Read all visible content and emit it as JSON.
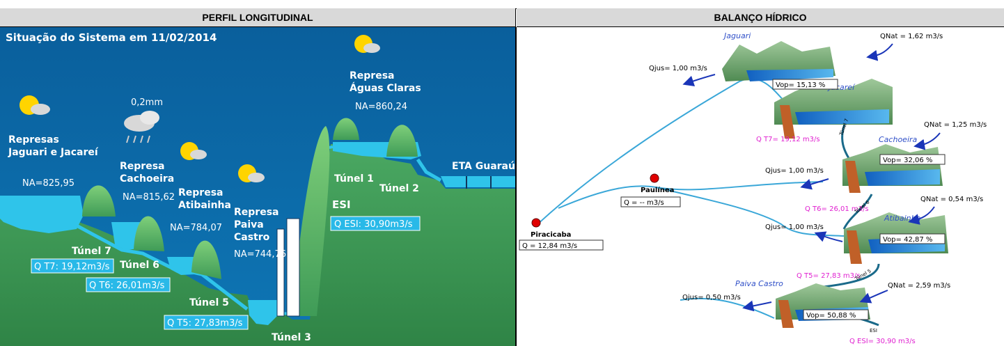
{
  "page": {
    "header_left": "PERFIL LONGITUDINAL",
    "header_right": "BALANÇO HÍDRICO"
  },
  "profile": {
    "title": "Situação do Sistema em 11/02/2014",
    "rain": "0,2mm",
    "reservoirs": [
      {
        "name_line1": "Represas",
        "name_line2": "Jaguari e Jacareí",
        "na": "NA=825,95"
      },
      {
        "name_line1": "Represa",
        "name_line2": "Cachoeira",
        "na": "NA=815,62"
      },
      {
        "name_line1": "Represa",
        "name_line2": "Atibainha",
        "na": "NA=784,07"
      },
      {
        "name_line1": "Represa",
        "name_line2": "Paiva",
        "name_line3": "Castro",
        "na": "NA=744,76"
      },
      {
        "name_line1": "Represa",
        "name_line2": "Águas Claras",
        "na": "NA=860,24"
      }
    ],
    "eta": "ETA Guaraú",
    "tunnels": {
      "t1": "Túnel 1",
      "t2": "Túnel 2",
      "t3": "Túnel 3",
      "t5": "Túnel 5",
      "t6": "Túnel 6",
      "t7": "Túnel 7",
      "esi": "ESI"
    },
    "flows": {
      "q_esi": "Q ESI: 30,90m3/s",
      "q_t7": "Q T7: 19,12m3/s",
      "q_t6": "Q T6: 26,01m3/s",
      "q_t5": "Q T5: 27,83m3/s"
    },
    "colors": {
      "water": "#2fc4ea",
      "ground": "#3f9b57",
      "sky": "#0b6aa6",
      "label_box": "#29b9e8"
    }
  },
  "balance": {
    "reservoirs": {
      "jaguari": {
        "name": "Jaguari"
      },
      "jacarei": {
        "name": "Jacareí",
        "vop": "Vop= 15,13 %"
      },
      "cachoeira": {
        "name": "Cachoeira",
        "vop": "Vop= 32,06 %"
      },
      "atibainha": {
        "name": "Atibainha",
        "vop": "Vop= 42,87 %"
      },
      "paiva": {
        "name": "Paiva Castro",
        "vop": "Vop= 50,88 %"
      }
    },
    "qnat": {
      "jaguari": "QNat = 1,62 m3/s",
      "cachoeira": "QNat = 1,25 m3/s",
      "atibainha": "QNat = 0,54 m3/s",
      "paiva": "QNat = 2,59 m3/s"
    },
    "qjus": {
      "jaguari": "Qjus= 1,00 m3/s",
      "cachoeira": "Qjus= 1,00 m3/s",
      "atibainha": "Qjus= 1,00 m3/s",
      "paiva": "Qjus= 0,50 m3/s"
    },
    "transfers": {
      "t7": "Q T7= 19,12 m3/s",
      "t6": "Q T6= 26,01 m3/s",
      "t5": "Q T5= 27,83 m3/s",
      "esi": "Q ESI= 30,90 m3/s"
    },
    "tunnel_labels": {
      "t7": "Túnel 7",
      "t6": "Túnel 6",
      "t5": "Túnel 5",
      "esi": "ESI"
    },
    "cities": {
      "piracicaba": {
        "name": "Piracicaba",
        "q": "Q = 12,84 m3/s"
      },
      "paulinea": {
        "name": "Paulínea",
        "q": "Q = -- m3/s"
      }
    },
    "colors": {
      "river": "#3aa7d8",
      "magenta": "#e020d0",
      "arrow": "#1a35b8",
      "name": "#3050c8",
      "city": "#e00000"
    }
  }
}
